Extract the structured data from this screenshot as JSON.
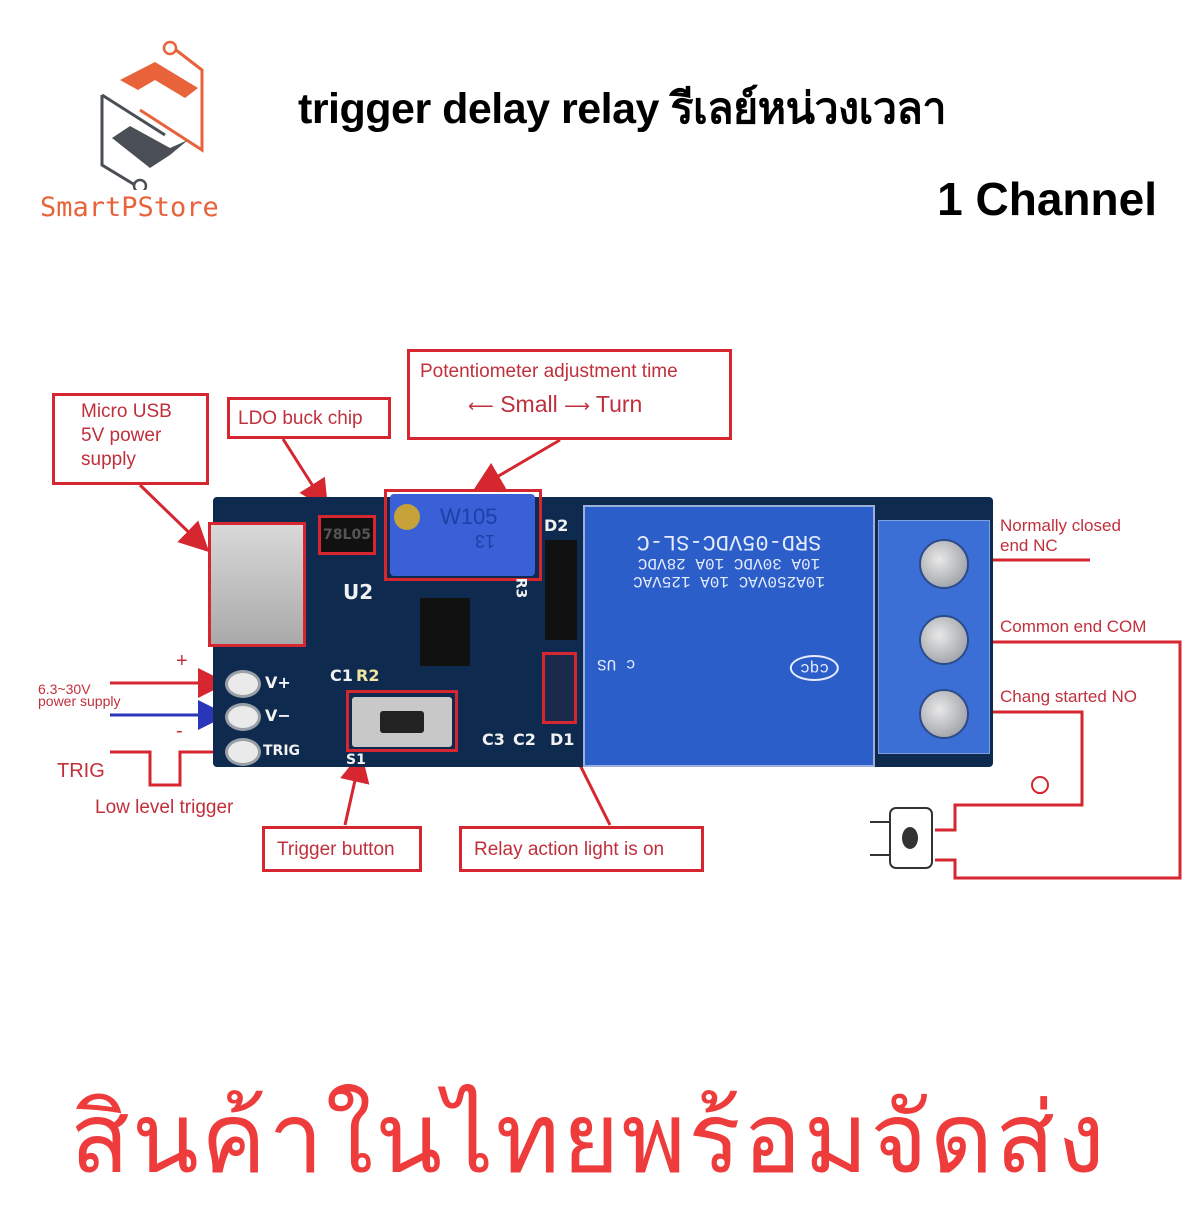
{
  "brand": {
    "name": "SmartPStore",
    "colors": {
      "orange": "#e8623a",
      "dark": "#4a4f55"
    }
  },
  "header": {
    "title": "trigger delay relay รีเลย์หน่วงเวลา",
    "subtitle": "1 Channel"
  },
  "callouts": {
    "micro_usb": "Micro USB 5V power supply",
    "micro_usb_lines": [
      "Micro USB",
      "5V power",
      "supply"
    ],
    "ldo": "LDO buck chip",
    "pot_title": "Potentiometer adjustment time",
    "pot_small": "Small",
    "pot_turn": "Turn",
    "trigger_button": "Trigger button",
    "relay_light": "Relay action light is on"
  },
  "side_labels": {
    "nc_lines": [
      "Normally closed",
      "end NC"
    ],
    "com": "Common end COM",
    "no": "Chang started NO",
    "power_plus": "+",
    "power_minus": "-",
    "power_supply_lines": [
      "6.3~30V",
      "power supply"
    ],
    "trig": "TRIG",
    "low_level": "Low level trigger"
  },
  "board": {
    "pins": [
      "V+",
      "V−",
      "TRIG"
    ],
    "silkscreen": {
      "u2": "U2",
      "c1": "C1",
      "r2": "R2",
      "r3": "R3",
      "d2": "D2",
      "c3": "C3",
      "c2": "C2",
      "d1": "D1",
      "s1": "S1"
    },
    "regulator_marking": "78L05",
    "pot_marking_1": "W105",
    "pot_marking_2": "13",
    "relay_lines": [
      "SRD-05VDC-SL-C",
      "10A 30VDC 10A 28VDC",
      "10A250VAC 10A 125VAC"
    ],
    "relay_marks": [
      "c US",
      "cqc"
    ]
  },
  "footer": {
    "text": "สินค้าในไทยพร้อมจัดส่ง",
    "color": "#ee3b3b"
  },
  "accent_red": "#d62630",
  "pcb_color": "#0f2a4f",
  "relay_color": "#2b5ec8"
}
